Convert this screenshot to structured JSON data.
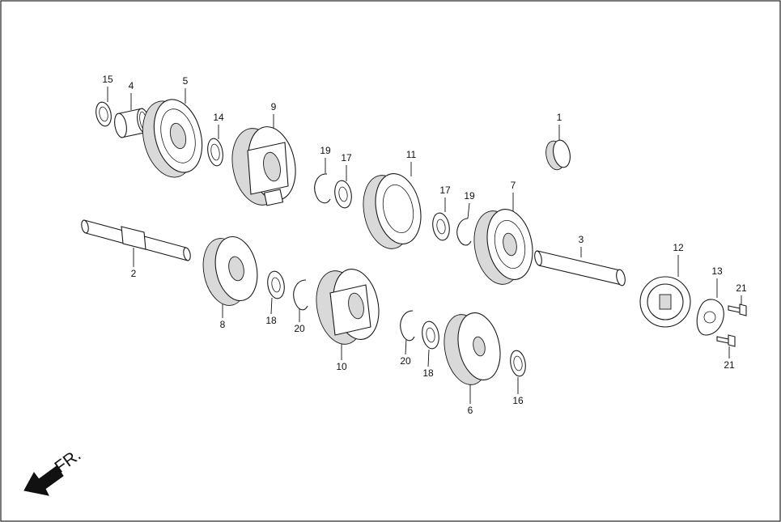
{
  "callouts": [
    {
      "id": "c1",
      "label": "1"
    },
    {
      "id": "c2",
      "label": "2"
    },
    {
      "id": "c3",
      "label": "3"
    },
    {
      "id": "c4",
      "label": "4"
    },
    {
      "id": "c5",
      "label": "5"
    },
    {
      "id": "c6",
      "label": "6"
    },
    {
      "id": "c7",
      "label": "7"
    },
    {
      "id": "c8",
      "label": "8"
    },
    {
      "id": "c9",
      "label": "9"
    },
    {
      "id": "c10",
      "label": "10"
    },
    {
      "id": "c11",
      "label": "11"
    },
    {
      "id": "c12",
      "label": "12"
    },
    {
      "id": "c13",
      "label": "13"
    },
    {
      "id": "c14",
      "label": "14"
    },
    {
      "id": "c15",
      "label": "15"
    },
    {
      "id": "c16",
      "label": "16"
    },
    {
      "id": "c17a",
      "label": "17"
    },
    {
      "id": "c17b",
      "label": "17"
    },
    {
      "id": "c18a",
      "label": "18"
    },
    {
      "id": "c18b",
      "label": "18"
    },
    {
      "id": "c19a",
      "label": "19"
    },
    {
      "id": "c19b",
      "label": "19"
    },
    {
      "id": "c20a",
      "label": "20"
    },
    {
      "id": "c20b",
      "label": "20"
    },
    {
      "id": "c21a",
      "label": "21"
    },
    {
      "id": "c21b",
      "label": "21"
    }
  ],
  "direction_label": "FR.",
  "icons": {
    "arrow": "front-direction-arrow-icon"
  }
}
